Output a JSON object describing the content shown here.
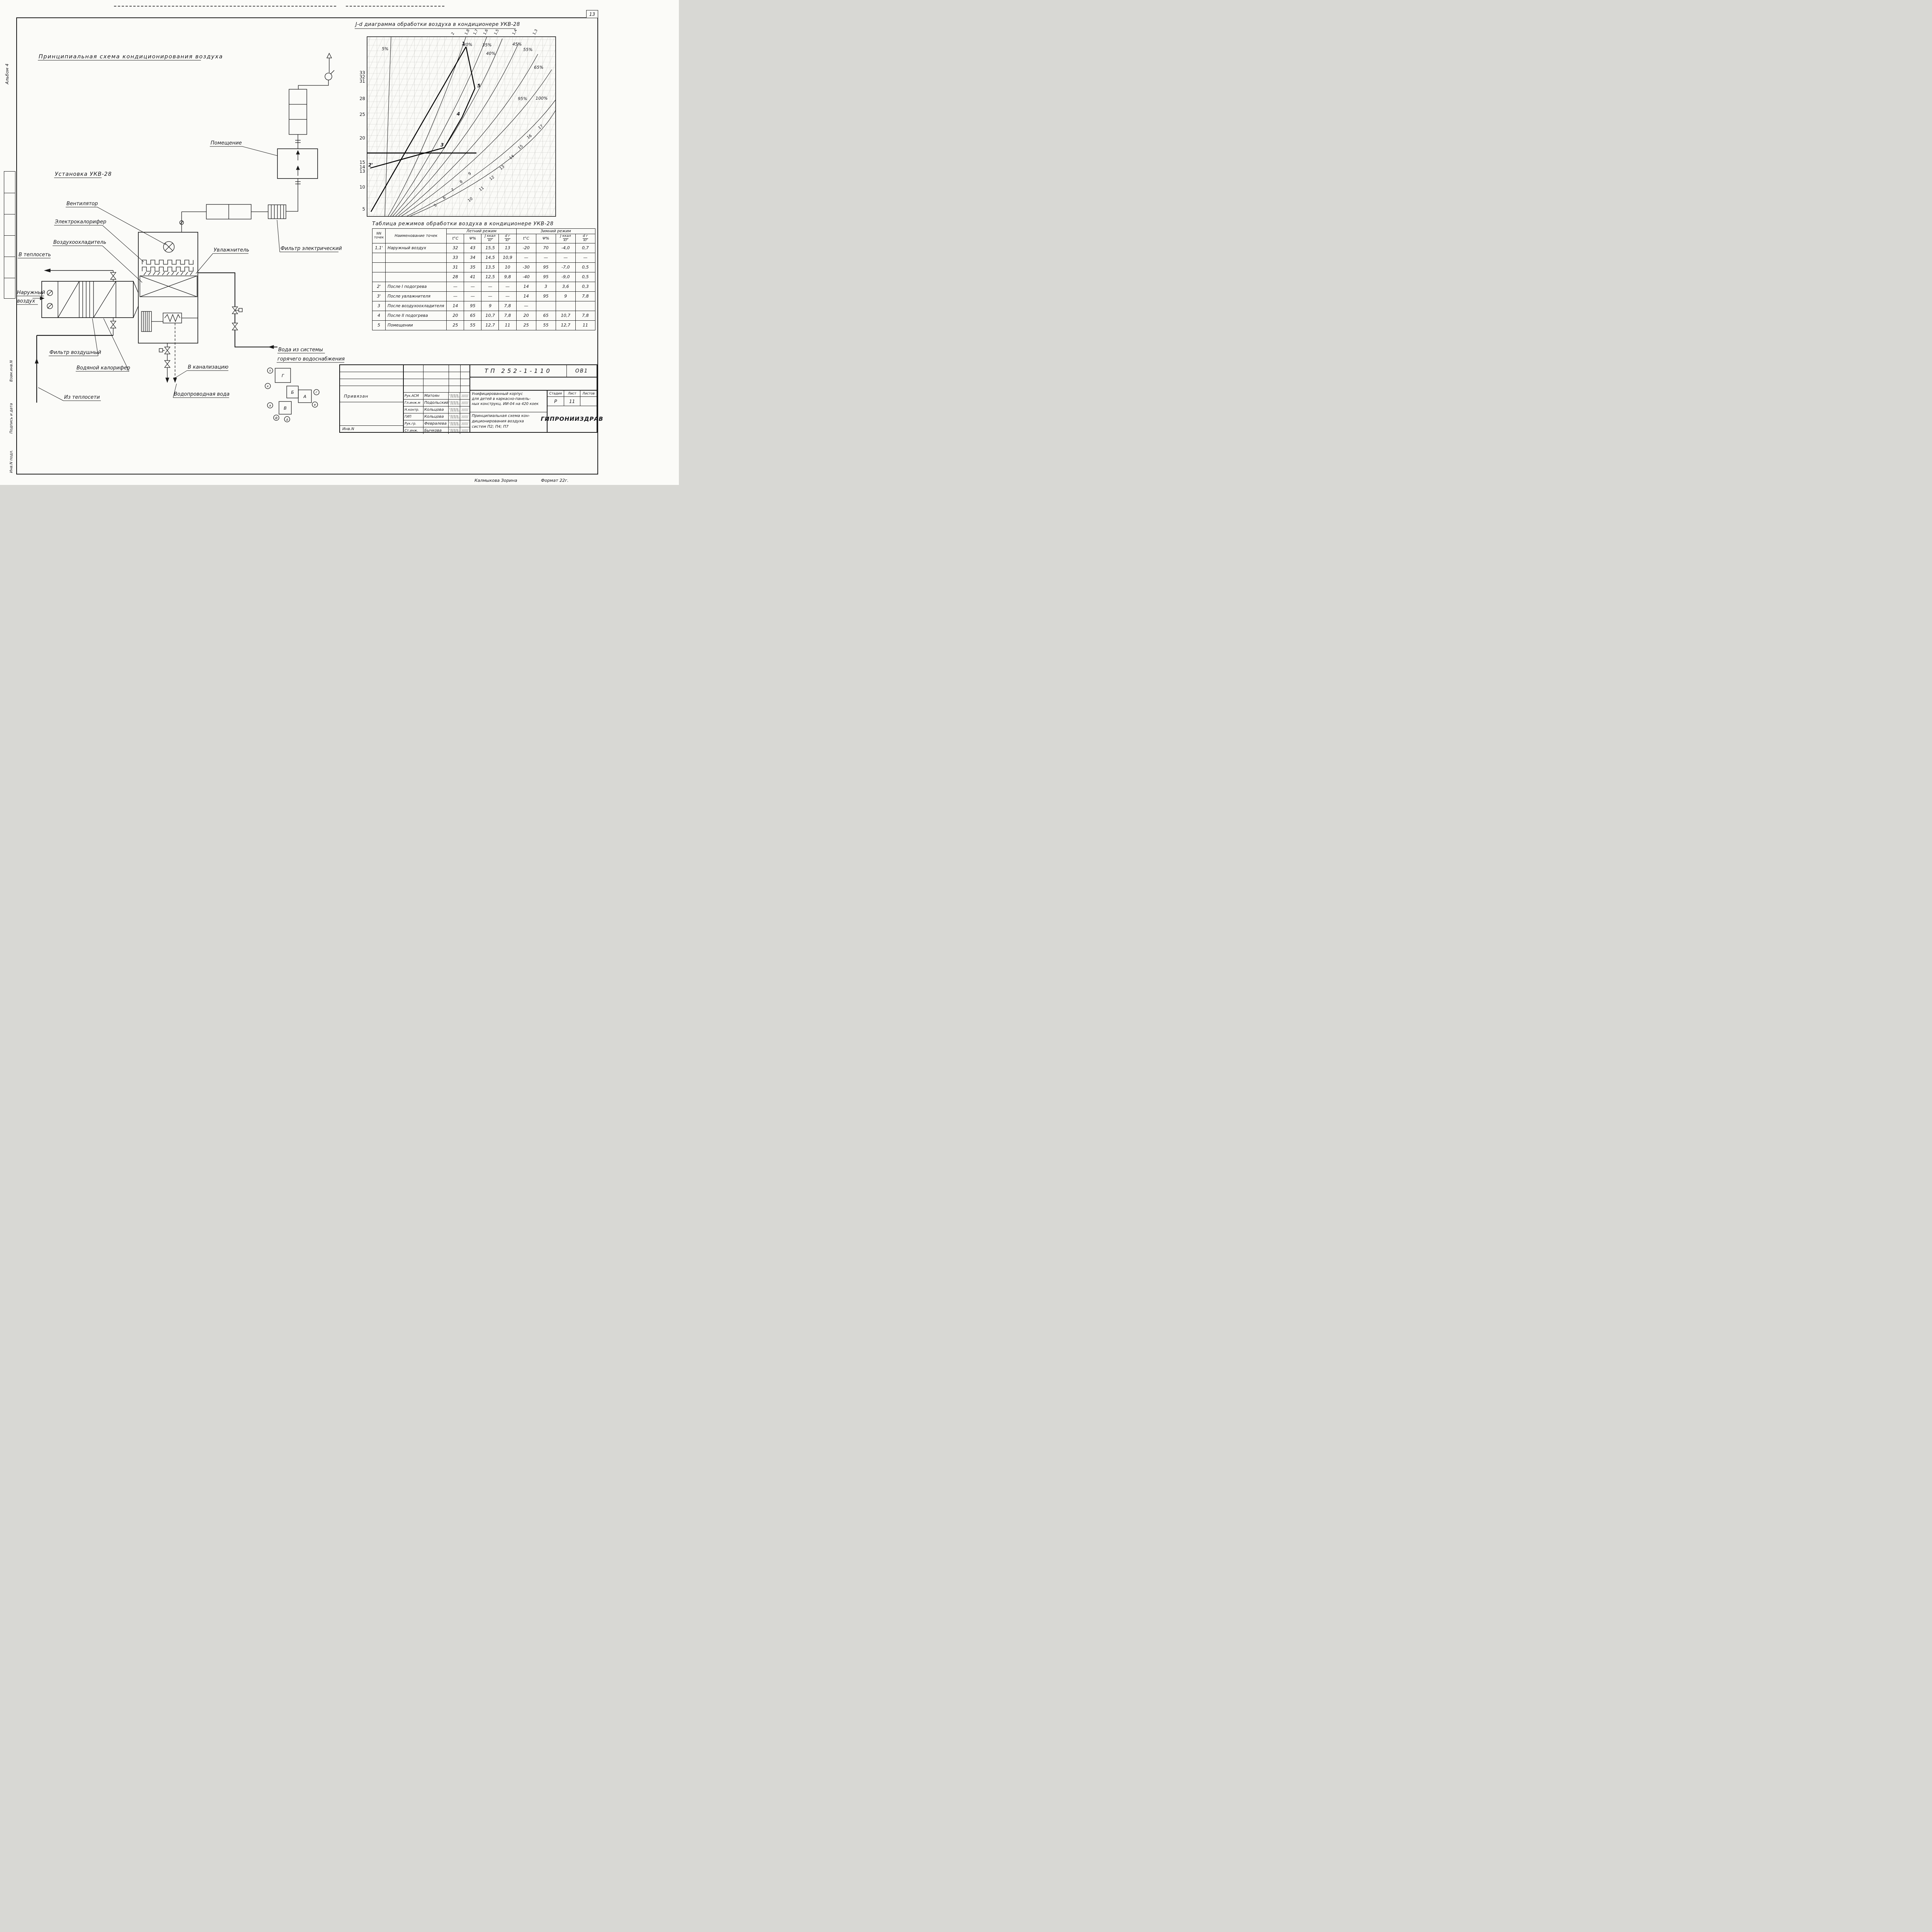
{
  "page": {
    "sheet_number": "13",
    "album": "Альбом 4",
    "side_stamp": [
      "Взам.инв.N",
      "Подпись и дата",
      "Инв.N подл."
    ],
    "footer_left": "Калмыкова  Зорина",
    "footer_right": "Формат 22г."
  },
  "schematic": {
    "title": "Принципиальная  схема  кондиционирования  воздуха",
    "unit_title": "Установка  УКВ-28",
    "labels": {
      "room": "Помещение",
      "fan": "Вентилятор",
      "electric_heater": "Электрокалорифер",
      "air_cooler": "Воздухоохладитель",
      "humidifier": "Увлажнитель",
      "electric_filter": "Фильтр электрический",
      "to_heat_net": "В теплосеть",
      "outdoor_air_1": "Наружный",
      "outdoor_air_2": "воздух",
      "air_filter": "Фильтр  воздушный",
      "water_heater": "Водяной  калорифер",
      "from_heat_net": "Из теплосети",
      "to_sewer": "В канализацию",
      "tap_water": "Водопроводная  вода",
      "hot_water_1": "Вода  из  системы",
      "hot_water_2": "горячего  водоснабжения"
    },
    "key_boxes": [
      "Г",
      "Б",
      "А",
      "В"
    ],
    "key_circles": [
      "п",
      "к",
      "а",
      "ф",
      "д",
      "г",
      "е"
    ]
  },
  "chart": {
    "title": "J-d диаграмма  обработки  воздуха  в  кондиционере  УКВ-28",
    "rh": [
      "5%",
      "30%",
      "35%",
      "40%",
      "45%",
      "55%",
      "65%",
      "95%",
      "100%"
    ],
    "y_ticks": [
      "33",
      "32",
      "31",
      "28",
      "25",
      "20",
      "15",
      "14",
      "13",
      "10",
      "5"
    ],
    "top_ticks": [
      "2",
      "1,8",
      "1,7",
      "1,6",
      "1,5",
      "1,4",
      "1,3"
    ],
    "d_inner": [
      "5",
      "6",
      "7",
      "8",
      "9"
    ],
    "d_outer": [
      "10",
      "11",
      "12",
      "13",
      "14",
      "15",
      "16",
      "17"
    ],
    "points": [
      "1",
      "5",
      "4",
      "3",
      "2'"
    ]
  },
  "table": {
    "title": "Таблица  режимов  обработки  воздуха  в  кондиционере  УКВ-28",
    "col_point": "NN точек",
    "col_name": "Наименование  точек",
    "summer_header": "Летний  режим",
    "winter_header": "Зимний  режим",
    "units": {
      "t": "t°C",
      "phi": "Ψ%",
      "j_top": "J ккал",
      "j_bot": "кг",
      "d_top": "d г",
      "d_bot": "кг"
    },
    "rows": [
      {
        "n": "1,1'",
        "name": "Наружный  воздух",
        "c": [
          "32",
          "43",
          "15,5",
          "13",
          "-20",
          "70",
          "-4,0",
          "0,7"
        ]
      },
      {
        "n": "",
        "name": "",
        "c": [
          "33",
          "34",
          "14,5",
          "10,9",
          "—",
          "—",
          "—",
          "—"
        ]
      },
      {
        "n": "",
        "name": "",
        "c": [
          "31",
          "35",
          "13,5",
          "10",
          "-30",
          "95",
          "-7,0",
          "0,5"
        ]
      },
      {
        "n": "",
        "name": "",
        "c": [
          "28",
          "41",
          "12,5",
          "9,8",
          "-40",
          "95",
          "-9,0",
          "0,5"
        ]
      },
      {
        "n": "2'",
        "name": "После  I подогрева",
        "c": [
          "—",
          "—",
          "—",
          "—",
          "14",
          "3",
          "3,6",
          "0,3"
        ]
      },
      {
        "n": "3'",
        "name": "После  увлажнителя",
        "c": [
          "—",
          "—",
          "—",
          "—",
          "14",
          "95",
          "9",
          "7,8"
        ]
      },
      {
        "n": "3",
        "name": "После  воздухоохладителя",
        "c": [
          "14",
          "95",
          "9",
          "7,8",
          "—",
          "",
          "",
          ""
        ]
      },
      {
        "n": "4",
        "name": "После  II подогрева",
        "c": [
          "20",
          "65",
          "10,7",
          "7,8",
          "20",
          "65",
          "10,7",
          "7,8"
        ]
      },
      {
        "n": "5",
        "name": "Помещении",
        "c": [
          "25",
          "55",
          "12,7",
          "11",
          "25",
          "55",
          "12,7",
          "11"
        ]
      }
    ]
  },
  "title_block": {
    "doc_number": "ТП 252-1-110",
    "doc_code": "ОВ1",
    "attached": "Привязан",
    "inv_n": "Инв.N",
    "sign_rows": [
      {
        "role": "Рук.АСМ",
        "name": "Матоян"
      },
      {
        "role": "Гл.инж.м",
        "name": "Подольский"
      },
      {
        "role": "Н.контр.",
        "name": "Кольцова"
      },
      {
        "role": "ГИП",
        "name": "Кольцова"
      },
      {
        "role": "Рук.гр.",
        "name": "Февралева"
      },
      {
        "role": "Ст.инж.",
        "name": "Бычкова"
      }
    ],
    "project_1": "Унифицированный  корпус",
    "project_2": "для  детей  в каркасно-панель-",
    "project_3": "ных  конструкц. ИИ-04 на 420 коек",
    "sheet_title_1": "Принципиальная  схема  кон-",
    "sheet_title_2": "диционирования  воздуха",
    "sheet_title_3": "систем  П2; П4; П7",
    "stage_label": "Стадия",
    "sheet_label": "Лист",
    "sheets_label": "Листов",
    "stage": "Р",
    "sheet": "11",
    "org": "ГИПРОНИИЗДРАВ"
  }
}
